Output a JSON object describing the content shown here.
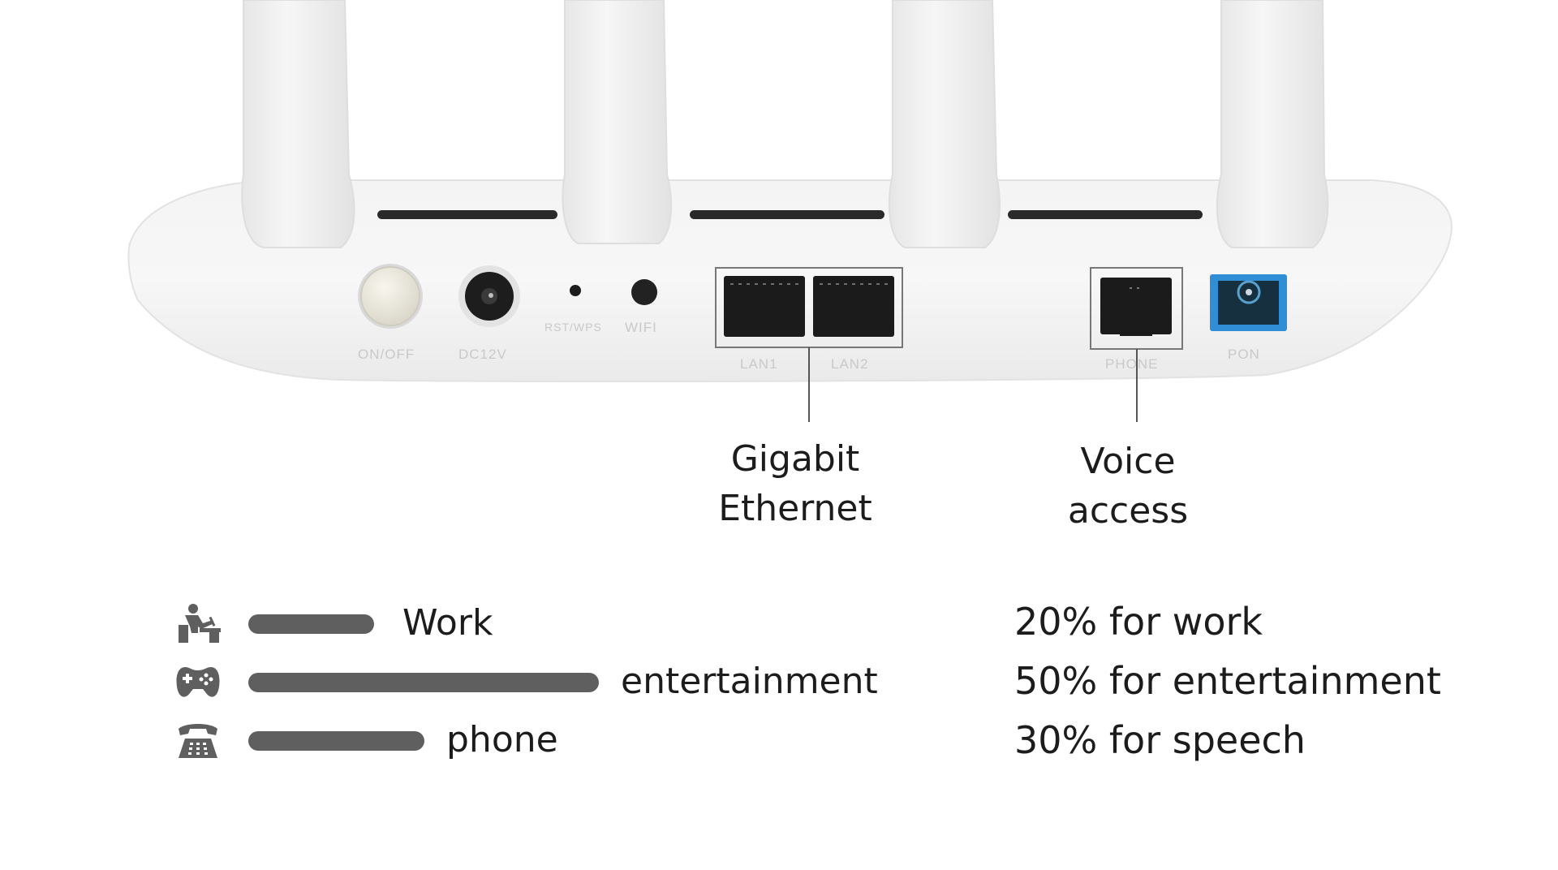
{
  "router": {
    "port_labels": {
      "power_switch": "ON/OFF",
      "power_input": "DC12V",
      "reset": "RST/WPS",
      "wifi": "WIFI",
      "lan1": "LAN1",
      "lan2": "LAN2",
      "phone": "PHONE",
      "pon": "PON"
    },
    "pon_accent_color": "#2f8ed6"
  },
  "callouts": {
    "ethernet": {
      "line1": "Gigabit",
      "line2": "Ethernet"
    },
    "voice": {
      "line1": "Voice",
      "line2": "access"
    }
  },
  "usage": [
    {
      "label": "Work",
      "icon": "person-at-desk-icon",
      "share": 0.2
    },
    {
      "label": "entertainment",
      "icon": "gamepad-icon",
      "share": 0.5
    },
    {
      "label": "phone",
      "icon": "telephone-icon",
      "share": 0.3
    }
  ],
  "stats": [
    "20% for work",
    "50% for entertainment",
    "30% for speech"
  ],
  "colors": {
    "bar": "#5f5f5f",
    "text": "#1c1c1c"
  }
}
